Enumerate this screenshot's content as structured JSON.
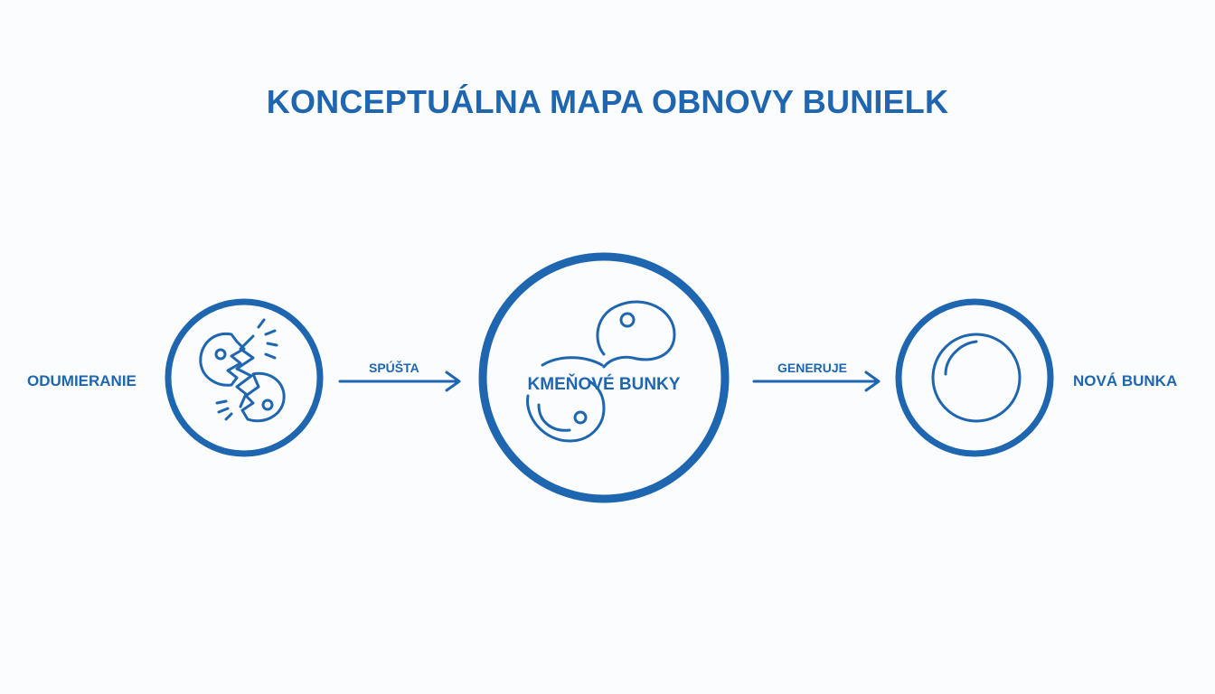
{
  "title": "KONCEPTUÁLNA MAPA OBNOVY BUNIELK",
  "colors": {
    "primary": "#1f66b0",
    "background": "#fbfcfd"
  },
  "nodes": {
    "left": {
      "label": "ODUMIERANIE",
      "icon": "breaking-cell-icon"
    },
    "center": {
      "label": "KMEŇOVÉ BUNKY",
      "icon": "dividing-cells-icon"
    },
    "right": {
      "label": "NOVÁ BUNKA",
      "icon": "new-cell-icon"
    }
  },
  "edges": {
    "first": {
      "label": "SPÚŠTA"
    },
    "second": {
      "label": "GENERUJE"
    }
  }
}
